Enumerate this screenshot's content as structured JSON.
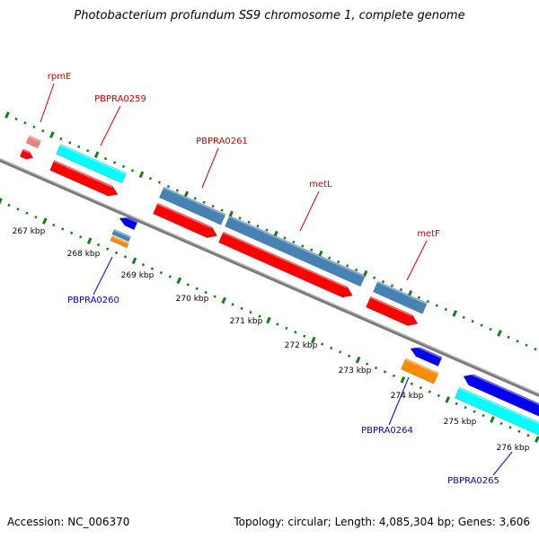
{
  "title": "Photobacterium profundum SS9 chromosome 1, complete genome",
  "footer": {
    "accession": "Accession: NC_006370",
    "summary": "Topology: circular; Length: 4,085,304 bp; Genes: 3,606"
  },
  "colors": {
    "backbone": "#7a7a7a",
    "tick": "#1a7a1a",
    "label_forward": "#cc0000",
    "label_reverse": "#0000cc",
    "red": "#ff0000",
    "cyan": "#00ffff",
    "steelblue": "#4682b4",
    "blue": "#0000ee",
    "orange": "#ff8c00",
    "pink": "#f08080"
  },
  "scale_labels": [
    "267 kbp",
    "268 kbp",
    "269 kbp",
    "270 kbp",
    "271 kbp",
    "272 kbp",
    "273 kbp",
    "274 kbp",
    "275 kbp",
    "276 kbp"
  ],
  "genes": [
    {
      "label": "rpmE",
      "strand": "forward"
    },
    {
      "label": "PBPRA0259",
      "strand": "forward"
    },
    {
      "label": "PBPRA0260",
      "strand": "reverse"
    },
    {
      "label": "PBPRA0261",
      "strand": "forward"
    },
    {
      "label": "metL",
      "strand": "forward"
    },
    {
      "label": "metF",
      "strand": "forward"
    },
    {
      "label": "PBPRA0264",
      "strand": "reverse"
    },
    {
      "label": "PBPRA0265",
      "strand": "reverse"
    }
  ]
}
